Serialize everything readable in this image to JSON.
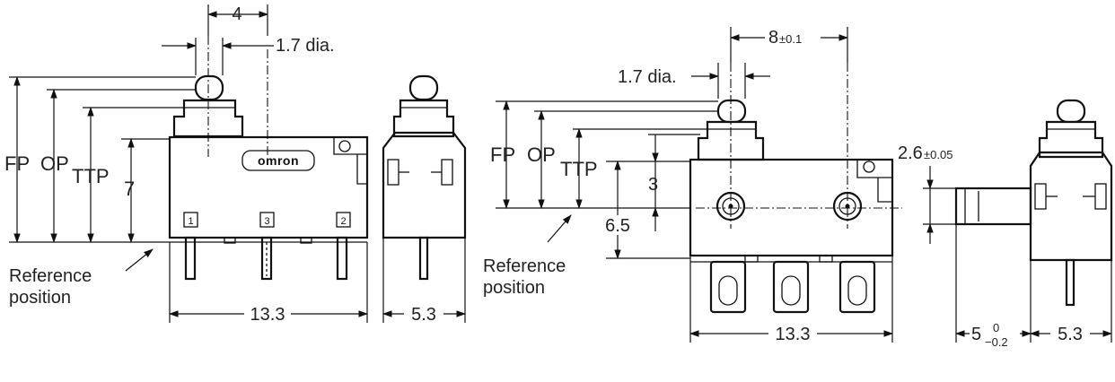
{
  "left": {
    "dim_top": "4",
    "dim_dia": "1.7 dia.",
    "fp": "FP",
    "op": "OP",
    "ttp": "TTP",
    "dim_7": "7",
    "brand": "omron",
    "pin1": "1",
    "pin3": "3",
    "pin2": "2",
    "ref_line1": "Reference",
    "ref_line2": "position",
    "width": "13.3",
    "side_width": "5.3"
  },
  "right": {
    "dim_top": "8",
    "dim_top_tol": "±0.1",
    "dim_dia": "1.7 dia.",
    "fp": "FP",
    "op": "OP",
    "ttp": "TTP",
    "dim_3": "3",
    "dim_65": "6.5",
    "dim_26": "2.6",
    "dim_26_tol": "±0.05",
    "ref_line1": "Reference",
    "ref_line2": "position",
    "width": "13.3",
    "dim_5": "5",
    "dim_5_tol_up": "0",
    "dim_5_tol_dn": "−0.2",
    "side_width": "5.3"
  }
}
